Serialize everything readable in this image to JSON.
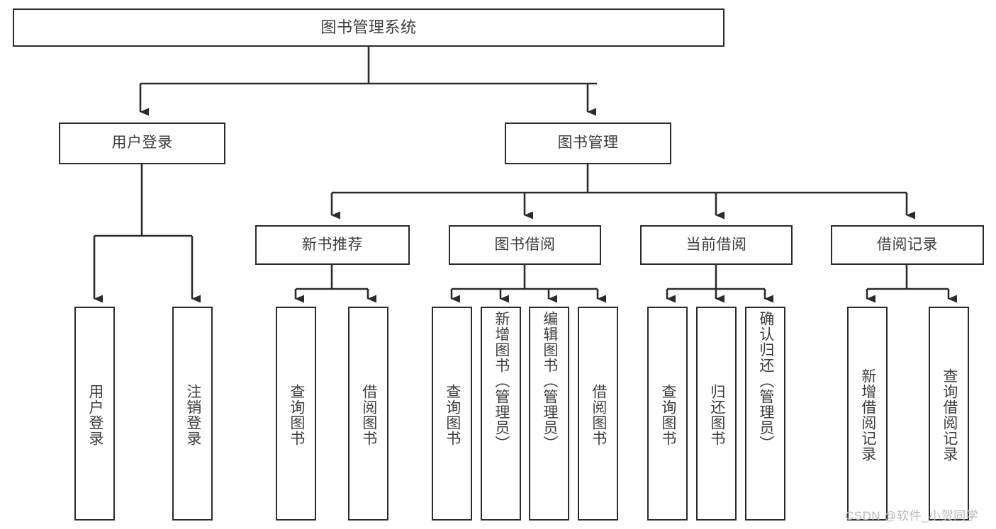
{
  "diagram": {
    "title": "图书管理系统",
    "type": "tree-hierarchy",
    "watermark": "CSDN @软件_小贺同学",
    "colors": {
      "background": "#ffffff",
      "box_border": "#2b2b2b",
      "box_fill": "#ffffff",
      "text": "#3d3d3d",
      "connector": "#2b2b2b",
      "watermark": "#b9b9b9"
    },
    "nodes": {
      "root": {
        "label": "图书管理系统"
      },
      "level2": [
        {
          "id": "user-login",
          "label": "用户登录"
        },
        {
          "id": "book-management",
          "label": "图书管理"
        }
      ],
      "level3": [
        {
          "id": "new-book-recommend",
          "label": "新书推荐"
        },
        {
          "id": "book-borrow",
          "label": "图书借阅"
        },
        {
          "id": "current-borrow",
          "label": "当前借阅"
        },
        {
          "id": "borrow-record",
          "label": "借阅记录"
        }
      ],
      "leaves": {
        "user_login": [
          {
            "id": "leaf-user-login",
            "label": "用户登录"
          },
          {
            "id": "leaf-logout-login",
            "label": "注销登录"
          }
        ],
        "new_book_recommend": [
          {
            "id": "leaf-query-book-1",
            "label": "查询图书"
          },
          {
            "id": "leaf-borrow-book-1",
            "label": "借阅图书"
          }
        ],
        "book_borrow": [
          {
            "id": "leaf-query-book-2",
            "label": "查询图书"
          },
          {
            "id": "leaf-add-book",
            "label": "新增图书（管理员）"
          },
          {
            "id": "leaf-edit-book",
            "label": "编辑图书（管理员）"
          },
          {
            "id": "leaf-borrow-book-2",
            "label": "借阅图书"
          }
        ],
        "current_borrow": [
          {
            "id": "leaf-query-book-3",
            "label": "查询图书"
          },
          {
            "id": "leaf-return-book",
            "label": "归还图书"
          },
          {
            "id": "leaf-confirm-return",
            "label": "确认归还（管理员）"
          }
        ],
        "borrow_record": [
          {
            "id": "leaf-add-borrow-record",
            "label": "新增借阅记录"
          },
          {
            "id": "leaf-query-borrow-record",
            "label": "查询借阅记录"
          }
        ]
      }
    }
  }
}
